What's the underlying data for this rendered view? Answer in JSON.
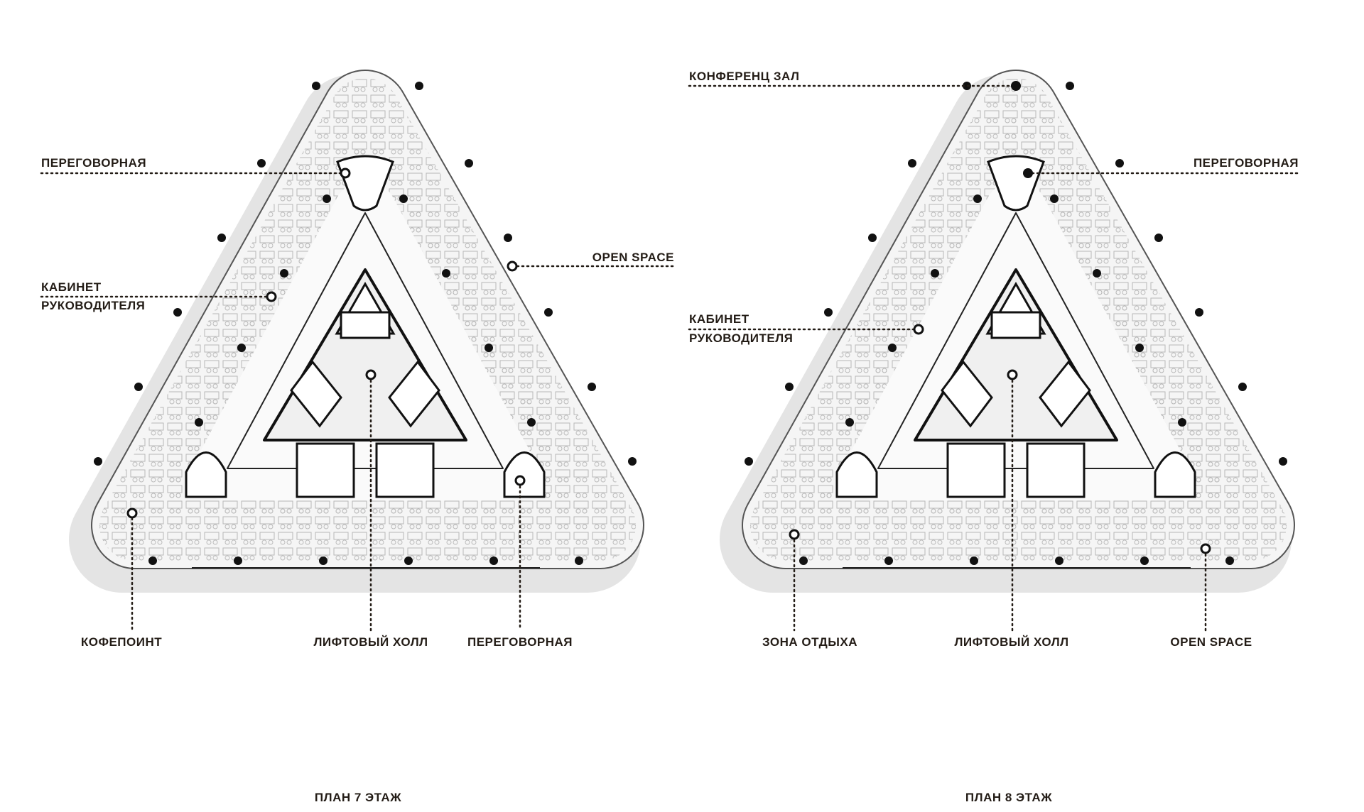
{
  "plan7": {
    "title": "ПЛАН 7 ЭТАЖ",
    "labels": {
      "meeting_top": "ПЕРЕГОВОРНАЯ",
      "open_space": "OPEN SPACE",
      "office_line1": "КАБИНЕТ",
      "office_line2": "РУКОВОДИТЕЛЯ",
      "coffee_point": "КОФЕПОИНТ",
      "elevator_hall": "ЛИФТОВЫЙ ХОЛЛ",
      "meeting_bottom": "ПЕРЕГОВОРНАЯ"
    }
  },
  "plan8": {
    "title": "ПЛАН 8 ЭТАЖ",
    "labels": {
      "conference_hall": "КОНФЕРЕНЦ ЗАЛ",
      "meeting": "ПЕРЕГОВОРНАЯ",
      "office_line1": "КАБИНЕТ",
      "office_line2": "РУКОВОДИТЕЛЯ",
      "rest_zone": "ЗОНА ОТДЫХА",
      "elevator_hall": "ЛИФТОВЫЙ ХОЛЛ",
      "open_space": "OPEN SPACE"
    }
  },
  "colors": {
    "text": "#231c16",
    "shadow": "#e4e4e4",
    "floor": "#f4f4f4",
    "line": "#111111"
  }
}
